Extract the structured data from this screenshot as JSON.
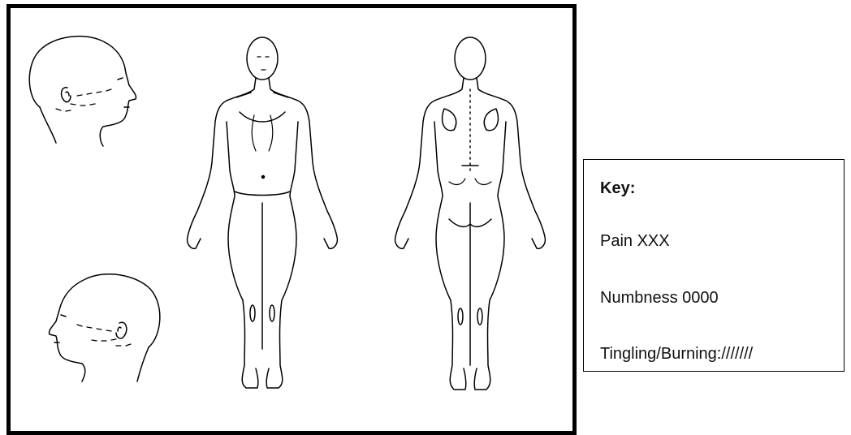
{
  "key": {
    "title": "Key:",
    "items": [
      {
        "label": "Pain XXX"
      },
      {
        "label": "Numbness 0000"
      },
      {
        "label": "Tingling/Burning:///////"
      }
    ]
  },
  "figures": [
    {
      "name": "head-right-profile-icon"
    },
    {
      "name": "head-left-profile-icon"
    },
    {
      "name": "body-front-icon"
    },
    {
      "name": "body-back-icon"
    }
  ]
}
